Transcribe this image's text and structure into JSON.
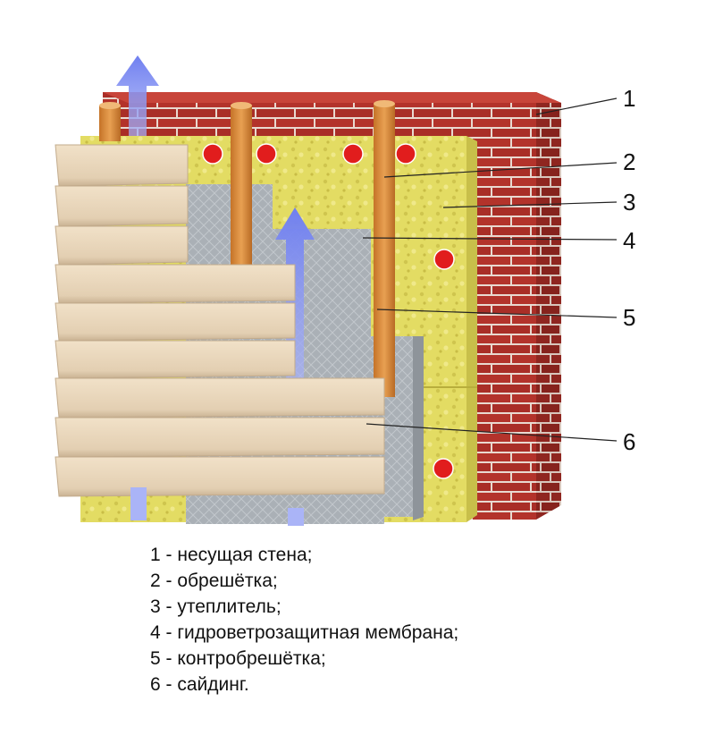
{
  "callouts": [
    {
      "number": "1"
    },
    {
      "number": "2"
    },
    {
      "number": "3"
    },
    {
      "number": "4"
    },
    {
      "number": "5"
    },
    {
      "number": "6"
    }
  ],
  "legend": [
    "1 - несущая стена;",
    "2 - обрешётка;",
    "3 - утеплитель;",
    "4 - гидроветрозащитная мембрана;",
    "5 - контробрешётка;",
    "6 - сайдинг."
  ],
  "colors": {
    "brick": "#b3332b",
    "mortar": "#e9d9d0",
    "insulation": "#e3dc63",
    "membrane": "#aab0b6",
    "wood": "#d98a3c",
    "siding": "#e6d3b8",
    "airflow_arrow": "#7f8df0",
    "fastener": "#e11d1d"
  }
}
